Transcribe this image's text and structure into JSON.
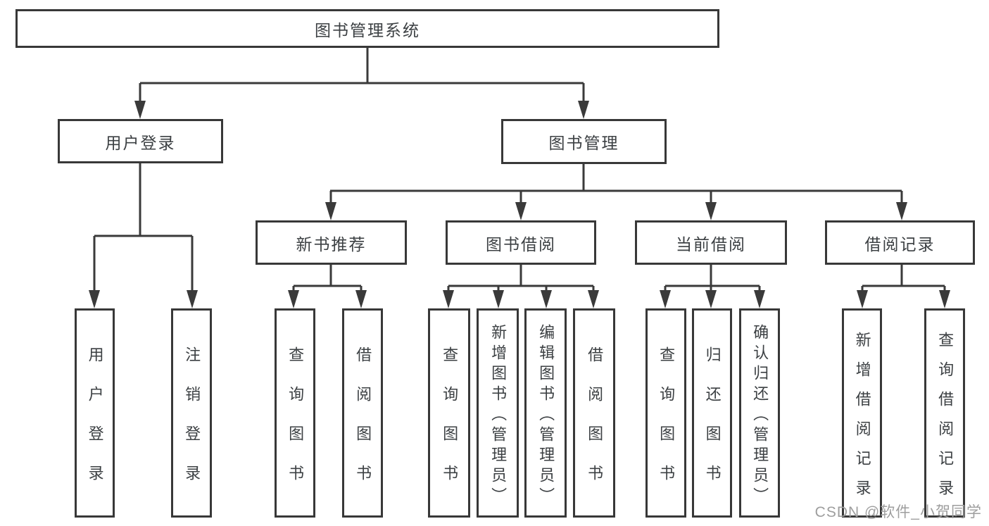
{
  "nodes": {
    "root": "图书管理系统",
    "level2": [
      "用户登录",
      "图书管理"
    ],
    "level3": [
      "新书推荐",
      "图书借阅",
      "当前借阅",
      "借阅记录"
    ],
    "leaves": [
      "用户登录",
      "注销登录",
      "查询图书",
      "借阅图书",
      "查询图书",
      "新增图书（管理员）",
      "编辑图书（管理员）",
      "借阅图书",
      "查询图书",
      "归还图书",
      "确认归还（管理员）",
      "新增借阅记录",
      "查询借阅记录"
    ]
  },
  "watermark": "CSDN @软件_小贺同学",
  "colors": {
    "line": "#3a3a3a",
    "box_border": "#383838",
    "text": "#3c4043",
    "watermark": "#9e9e9e",
    "background": "#ffffff"
  }
}
